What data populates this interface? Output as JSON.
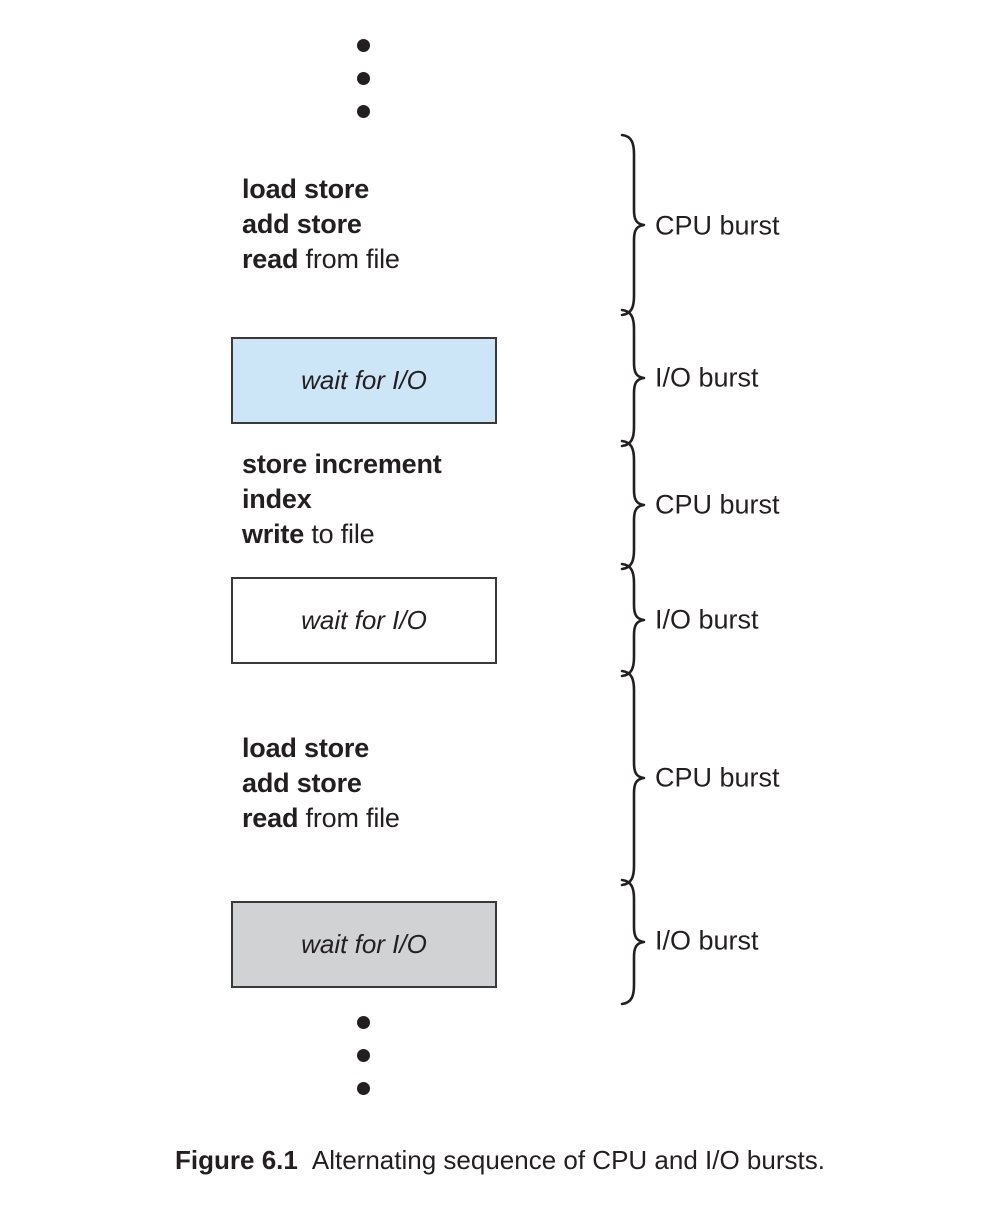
{
  "figure": {
    "number_label": "Figure 6.1",
    "caption_text": "Alternating sequence of CPU and I/O bursts.",
    "ellipsis_top": "vertical-ellipsis",
    "ellipsis_bottom": "vertical-ellipsis"
  },
  "colors": {
    "io_box_blue": "#cce6f7",
    "io_box_white": "#ffffff",
    "io_box_gray": "#d1d2d4",
    "box_border": "#3a3a3a",
    "ink": "#231f20",
    "page_background": "#ffffff"
  },
  "timeline": {
    "cpu_blocks": [
      {
        "id": "cpu-block-1",
        "lines": [
          {
            "bold": "load store",
            "plain": ""
          },
          {
            "bold": "add store",
            "plain": ""
          },
          {
            "bold": "read",
            "plain": " from file"
          }
        ]
      },
      {
        "id": "cpu-block-2",
        "lines": [
          {
            "bold": "store increment",
            "plain": ""
          },
          {
            "bold": "index",
            "plain": ""
          },
          {
            "bold": "write",
            "plain": " to file"
          }
        ]
      },
      {
        "id": "cpu-block-3",
        "lines": [
          {
            "bold": "load store",
            "plain": ""
          },
          {
            "bold": "add store",
            "plain": ""
          },
          {
            "bold": "read",
            "plain": " from file"
          }
        ]
      }
    ],
    "io_boxes": [
      {
        "id": "io-box-1",
        "text": "wait for I/O",
        "fill": "#cce6f7"
      },
      {
        "id": "io-box-2",
        "text": "wait for I/O",
        "fill": "#ffffff"
      },
      {
        "id": "io-box-3",
        "text": "wait for I/O",
        "fill": "#d1d2d4"
      }
    ]
  },
  "bursts": [
    {
      "index": 0,
      "label": "CPU burst",
      "kind": "cpu"
    },
    {
      "index": 1,
      "label": "I/O burst",
      "kind": "io"
    },
    {
      "index": 2,
      "label": "CPU burst",
      "kind": "cpu"
    },
    {
      "index": 3,
      "label": "I/O burst",
      "kind": "io"
    },
    {
      "index": 4,
      "label": "CPU burst",
      "kind": "cpu"
    },
    {
      "index": 5,
      "label": "I/O burst",
      "kind": "io"
    }
  ]
}
